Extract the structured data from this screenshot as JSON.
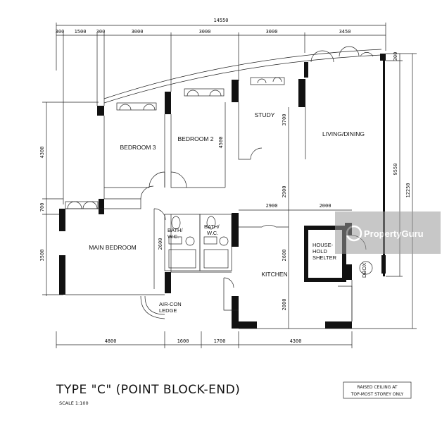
{
  "plan": {
    "overall_dimension": "14550",
    "top_dimensions": [
      "300",
      "1500",
      "300",
      "3000",
      "3000",
      "3000",
      "3450"
    ],
    "bottom_dimensions": [
      "4800",
      "1600",
      "1700",
      "4300"
    ],
    "left_dimensions": [
      "4300",
      "700",
      "3500"
    ],
    "right_dimensions": [
      "300",
      "9550",
      "12250"
    ],
    "interior_dimensions": {
      "bedroom2_depth": "4500",
      "study_depth": "3700",
      "living_depth": "2900",
      "kitchen_width_left": "2900",
      "kitchen_width_right": "2000",
      "kitchen_upper": "2600",
      "kitchen_lower": "2000",
      "bath_height": "2600"
    }
  },
  "rooms": {
    "bedroom3": "BEDROOM 3",
    "bedroom2": "BEDROOM 2",
    "study": "STUDY",
    "living_dining": "LIVING/DINING",
    "main_bedroom": "MAIN BEDROOM",
    "bath_wc_1": "BATH/ W.C.",
    "bath_wc_2": "BATH/ W.C.",
    "kitchen": "KITCHEN",
    "household_shelter": "HOUSE- HOLD SHELTER",
    "aircon_ledge": "AIR-CON LEDGE",
    "dbox": "DBOX"
  },
  "footer": {
    "title": "TYPE \"C\" (POINT BLOCK-END)",
    "scale": "SCALE 1:100",
    "note_line1": "RAISED CEILING AT",
    "note_line2": "TOP-MOST STOREY ONLY"
  },
  "watermark": {
    "text": "PropertyGuru"
  }
}
